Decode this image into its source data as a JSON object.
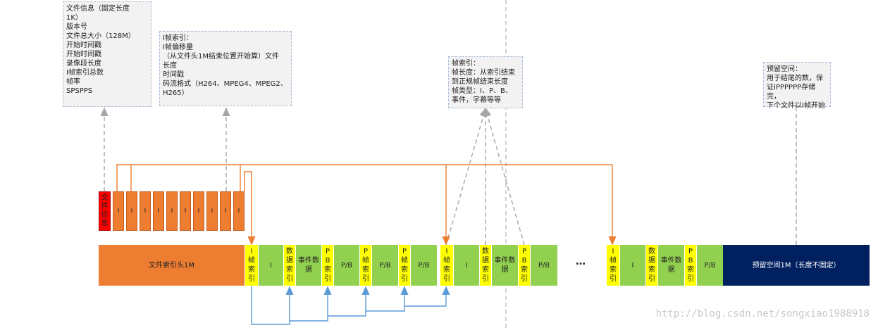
{
  "notes": {
    "file_info": "文件信息（固定长度\n1K）\n版本号\n文件总大小（128M）\n开始时间戳\n开始时间戳\n录像段长度\nI帧索引总数\n帧率\nSPSPPS",
    "i_index": "I帧索引：\nI帧偏移量\n（从文件头1M结束位置开始算）文件\n长度\n时间戳\n码流格式（H264、MPEG4、MPEG2、\nH265）",
    "frame_index": "帧索引：\n帧长度：从索引结束\n到正规帧结束长度\n帧类型：I、P、B、\n事件，字幕等等",
    "reserved": "预留空间：\n用于结尾的数，保\n证IPPPPPP存储完，\n下个文件以I帧开始"
  },
  "header_row": {
    "file_info_cell": "文\n件\n信\n息",
    "i_cell": "I"
  },
  "main_bar": {
    "index_header": "文件索引头1M",
    "i_frame_index": "I\n帧\n索\n引",
    "i_label": "I",
    "data_index": "数\n据\n索\n引",
    "event_data": "事件数\n据",
    "pb_index": "P\nB\n索\n引",
    "p_frame_index": "P\n帧\n索\n引",
    "pb_label": "P/B",
    "ellipsis": "…",
    "reserved_space": "预留空间1M（长度不固定）"
  },
  "watermark": "http://blog.csdn.net/songxiao1988918",
  "colors": {
    "orange": "#ed7d31",
    "green": "#92d050",
    "yellow": "#ffff00",
    "navy": "#002060",
    "red": "#ff0000",
    "arrow_orange": "#ed7d31",
    "arrow_blue": "#5b9bd5",
    "dash_gray": "#a6a6a6"
  }
}
